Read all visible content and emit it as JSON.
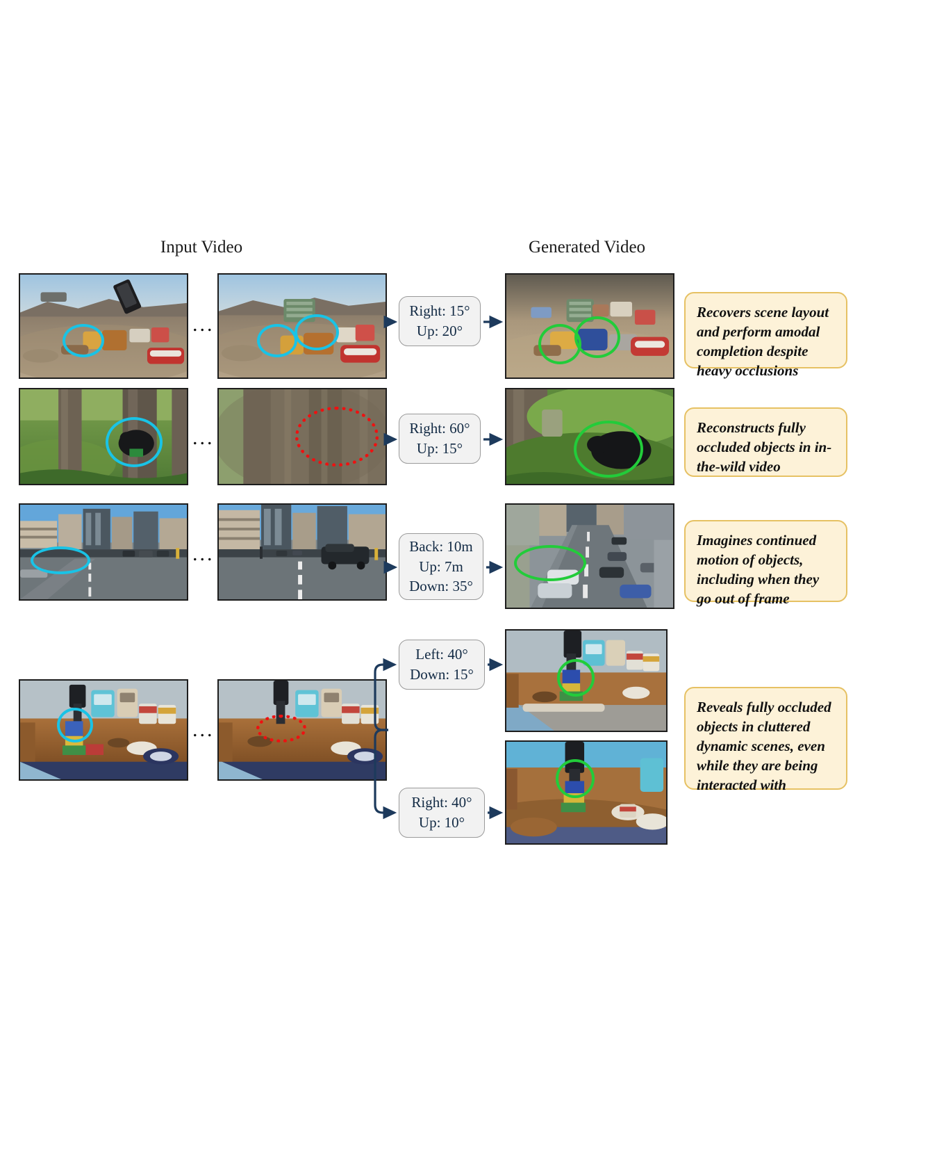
{
  "headers": {
    "input": "Input Video",
    "generated": "Generated Video"
  },
  "ellipsis": "...",
  "colors": {
    "highlight_input": "#19c3e6",
    "highlight_output": "#22cc3a",
    "highlight_occluded": "#ee1111",
    "caption_fill": "#fdf2d8",
    "caption_border": "#e6c163",
    "control_fill": "#f2f2f2",
    "control_border": "#9a9a9a",
    "arrow": "#1d3a5c",
    "control_text": "#122a44"
  },
  "rows": [
    {
      "id": "row-desert-clutter",
      "input_first_label": "desert-scene-first-frame",
      "input_last_label": "desert-scene-last-frame",
      "generated_label": "desert-scene-generated-frame",
      "controls": [
        "Right: 15°",
        "Up: 20°"
      ],
      "caption": "Recovers scene layout and perform amodal completion despite heavy occlusions"
    },
    {
      "id": "row-forest-bear",
      "input_first_label": "forest-scene-first-frame",
      "input_last_label": "forest-scene-last-frame",
      "generated_label": "forest-scene-generated-frame",
      "controls": [
        "Right: 60°",
        "Up: 15°"
      ],
      "caption": "Reconstructs fully occluded objects in in-the-wild video"
    },
    {
      "id": "row-city-street",
      "input_first_label": "city-street-first-frame",
      "input_last_label": "city-street-last-frame",
      "generated_label": "city-street-generated-frame",
      "controls": [
        "Back: 10m",
        "Up: 7m",
        "Down: 35°"
      ],
      "caption": "Imagines continued motion of objects, including when they go out of frame"
    },
    {
      "id": "row-robot-table",
      "input_first_label": "robot-table-first-frame",
      "input_last_label": "robot-table-last-frame",
      "generated_label_top": "robot-table-generated-frame-left-view",
      "generated_label_bottom": "robot-table-generated-frame-right-view",
      "controls_top": [
        "Left: 40°",
        "Down: 15°"
      ],
      "controls_bottom": [
        "Right: 40°",
        "Up: 10°"
      ],
      "caption": "Reveals fully occluded objects in cluttered dynamic scenes, even while they are being interacted with"
    }
  ]
}
